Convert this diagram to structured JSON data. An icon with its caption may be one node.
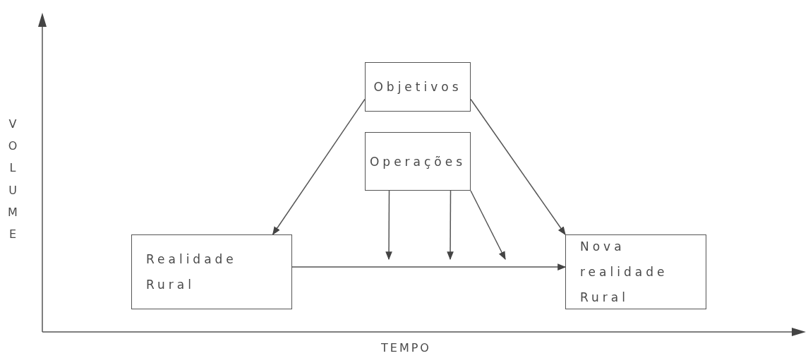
{
  "diagram": {
    "nodes": [
      {
        "text": [
          "Objetivos"
        ]
      },
      {
        "text": [
          "Operações"
        ]
      },
      {
        "text": [
          "Realidade Rural"
        ]
      },
      {
        "text": [
          "Nova realidade Rural"
        ]
      }
    ],
    "edges": [
      {
        "from": 0,
        "to": 2,
        "arrow": "to"
      },
      {
        "from": 0,
        "to": 3,
        "arrow": "to"
      },
      {
        "from": 2,
        "to": 3,
        "arrow": "to"
      },
      {
        "from": 1,
        "to": null,
        "arrow": "to"
      },
      {
        "from": 1,
        "to": null,
        "arrow": "to"
      },
      {
        "from": 1,
        "to": null,
        "arrow": "to"
      }
    ],
    "labels": [
      "VOLUME",
      "TEMPO"
    ]
  }
}
